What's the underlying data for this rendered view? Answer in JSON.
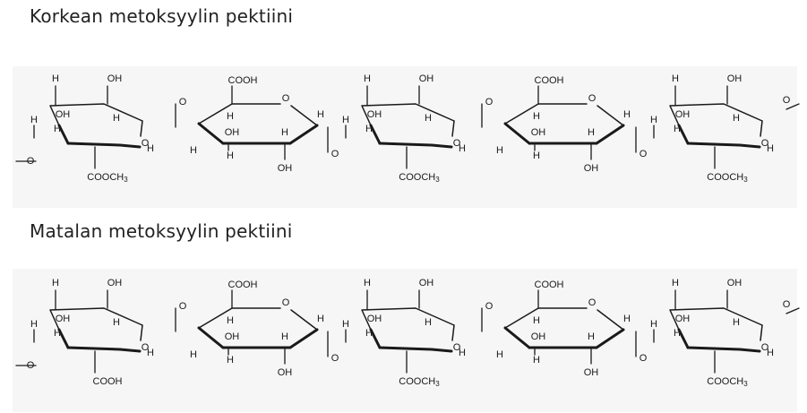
{
  "captions": {
    "high_methoxyl": "Korkean metoksyylin pektiini",
    "low_methoxyl": "Matalan metoksyylin pektiini"
  },
  "chains": [
    {
      "id": "high",
      "rings": [
        {
          "type": "A",
          "sub": "COOCH3"
        },
        {
          "type": "B",
          "sub": "COOH"
        },
        {
          "type": "A",
          "sub": "COOCH3"
        },
        {
          "type": "B",
          "sub": "COOH"
        },
        {
          "type": "A",
          "sub": "COOCH3"
        }
      ]
    },
    {
      "id": "low",
      "rings": [
        {
          "type": "A",
          "sub": "COOH"
        },
        {
          "type": "B",
          "sub": "COOH"
        },
        {
          "type": "A",
          "sub": "COOCH3"
        },
        {
          "type": "B",
          "sub": "COOH"
        },
        {
          "type": "A",
          "sub": "COOCH3"
        }
      ]
    }
  ],
  "atoms": {
    "H": "H",
    "OH": "OH",
    "O": "O",
    "COOH": "COOH"
  },
  "colors": {
    "ink": "#1a1a1a",
    "panel": "#f6f6f6",
    "caption": "#222222"
  }
}
